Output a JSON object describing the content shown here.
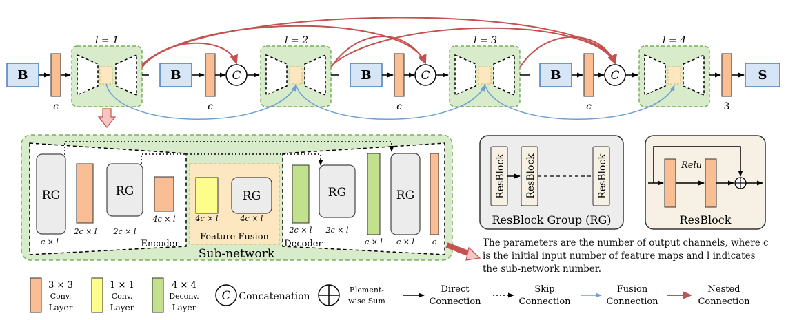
{
  "colors": {
    "green_fill": "#d8ebcb",
    "green_border": "#79b05a",
    "orange": "#f9be93",
    "yellow": "#fdfd8c",
    "green_layer": "#c2e08d",
    "blue_box": "#d6e6f7",
    "fusion_fill": "#fde7c0",
    "gray_panel": "#ededed",
    "cream_panel": "#f6f1e4",
    "rg_fill": "#ececec",
    "skip_arrow": "#6e9fd1",
    "nested_arrow": "#c3514f"
  },
  "pipeline": {
    "input_label": "B",
    "output_label": "S",
    "concat_symbol": "C",
    "stage_labels": [
      "l = 1",
      "l = 2",
      "l = 3",
      "l = 4"
    ],
    "channel_c": "c",
    "channel_out": "3"
  },
  "subnetwork": {
    "title": "Sub-network",
    "rg": "RG",
    "encoder_label": "Encoder",
    "fusion_label": "Feature Fusion",
    "decoder_label": "Decoder",
    "dims": {
      "rg1": "c × l",
      "conv1": "2c × l",
      "rg2": "2c × l",
      "conv2": "4c × l",
      "fusion_conv": "4c × l",
      "fusion_rg": "4c × l",
      "deconv1": "2c × l",
      "rg3": "2c × l",
      "deconv2": "c × l",
      "rg4": "c × l",
      "final_conv": "c"
    }
  },
  "resblock_group": {
    "title": "ResBlock Group (RG)",
    "block_label": "ResBlock"
  },
  "resblock": {
    "title": "ResBlock",
    "relu_label": "Relu"
  },
  "note": "The parameters are the number of output channels, where c is the initial input number of feature maps and l indicates the sub-network number.",
  "legend": {
    "conv3": [
      "3 × 3",
      "Conv.",
      "Layer"
    ],
    "conv1": [
      "1 × 1",
      "Conv.",
      "Layer"
    ],
    "deconv4": [
      "4 × 4",
      "Deconv.",
      "Layer"
    ],
    "concat": "Concatenation",
    "elementwise": [
      "Element-",
      "wise Sum"
    ],
    "direct": [
      "Direct",
      "Connection"
    ],
    "skip": [
      "Skip",
      "Connection"
    ],
    "fusion": [
      "Fusion",
      "Connection"
    ],
    "nested": [
      "Nested",
      "Connection"
    ]
  }
}
